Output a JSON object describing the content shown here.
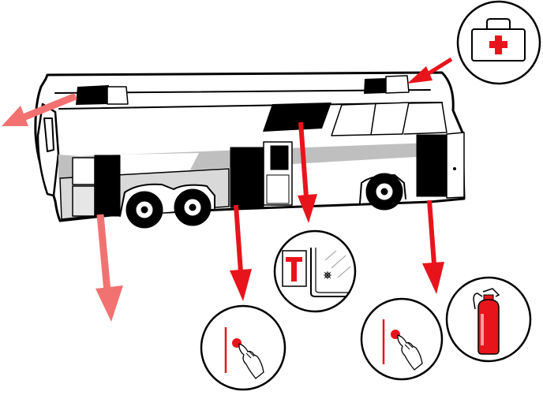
{
  "diagram": {
    "subject": "bus-emergency-equipment",
    "colors": {
      "arrow_red": "#e8141c",
      "arrow_pink": "#f27272",
      "stripe_gray": "#bfbfbf",
      "outline": "#000000",
      "background": "#ffffff"
    },
    "callouts": [
      {
        "name": "first-aid-kit",
        "icon": "first-aid-kit-icon"
      },
      {
        "name": "window-hammer",
        "icon": "emergency-hammer-icon"
      },
      {
        "name": "door-release-middle",
        "icon": "hand-pull-handle-icon"
      },
      {
        "name": "door-release-rear",
        "icon": "hand-pull-handle-icon"
      },
      {
        "name": "fire-extinguisher",
        "icon": "fire-extinguisher-icon"
      }
    ],
    "unlinked_arrows": [
      {
        "name": "front-door-exit",
        "style": "pink"
      },
      {
        "name": "roof-hatch-exit",
        "style": "pink"
      }
    ]
  }
}
